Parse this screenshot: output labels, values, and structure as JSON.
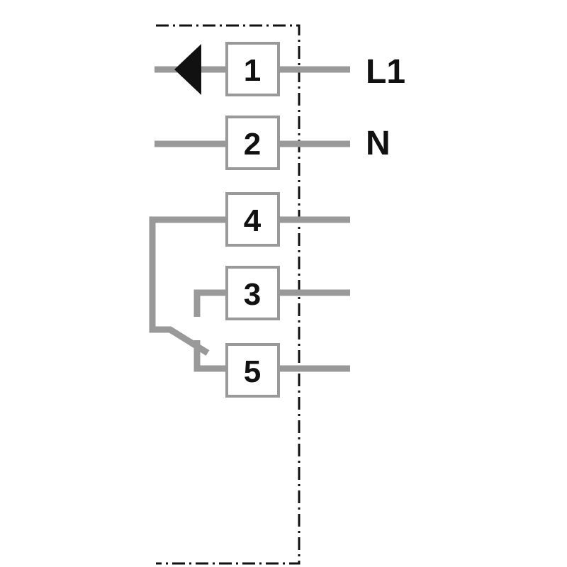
{
  "terminals": [
    {
      "label": "1",
      "external_label": "L1"
    },
    {
      "label": "2",
      "external_label": "N"
    },
    {
      "label": "4",
      "external_label": ""
    },
    {
      "label": "3",
      "external_label": ""
    },
    {
      "label": "5",
      "external_label": ""
    }
  ],
  "colors": {
    "wire": "#999999",
    "line": "#111111",
    "text": "#111111",
    "background": "#ffffff"
  }
}
